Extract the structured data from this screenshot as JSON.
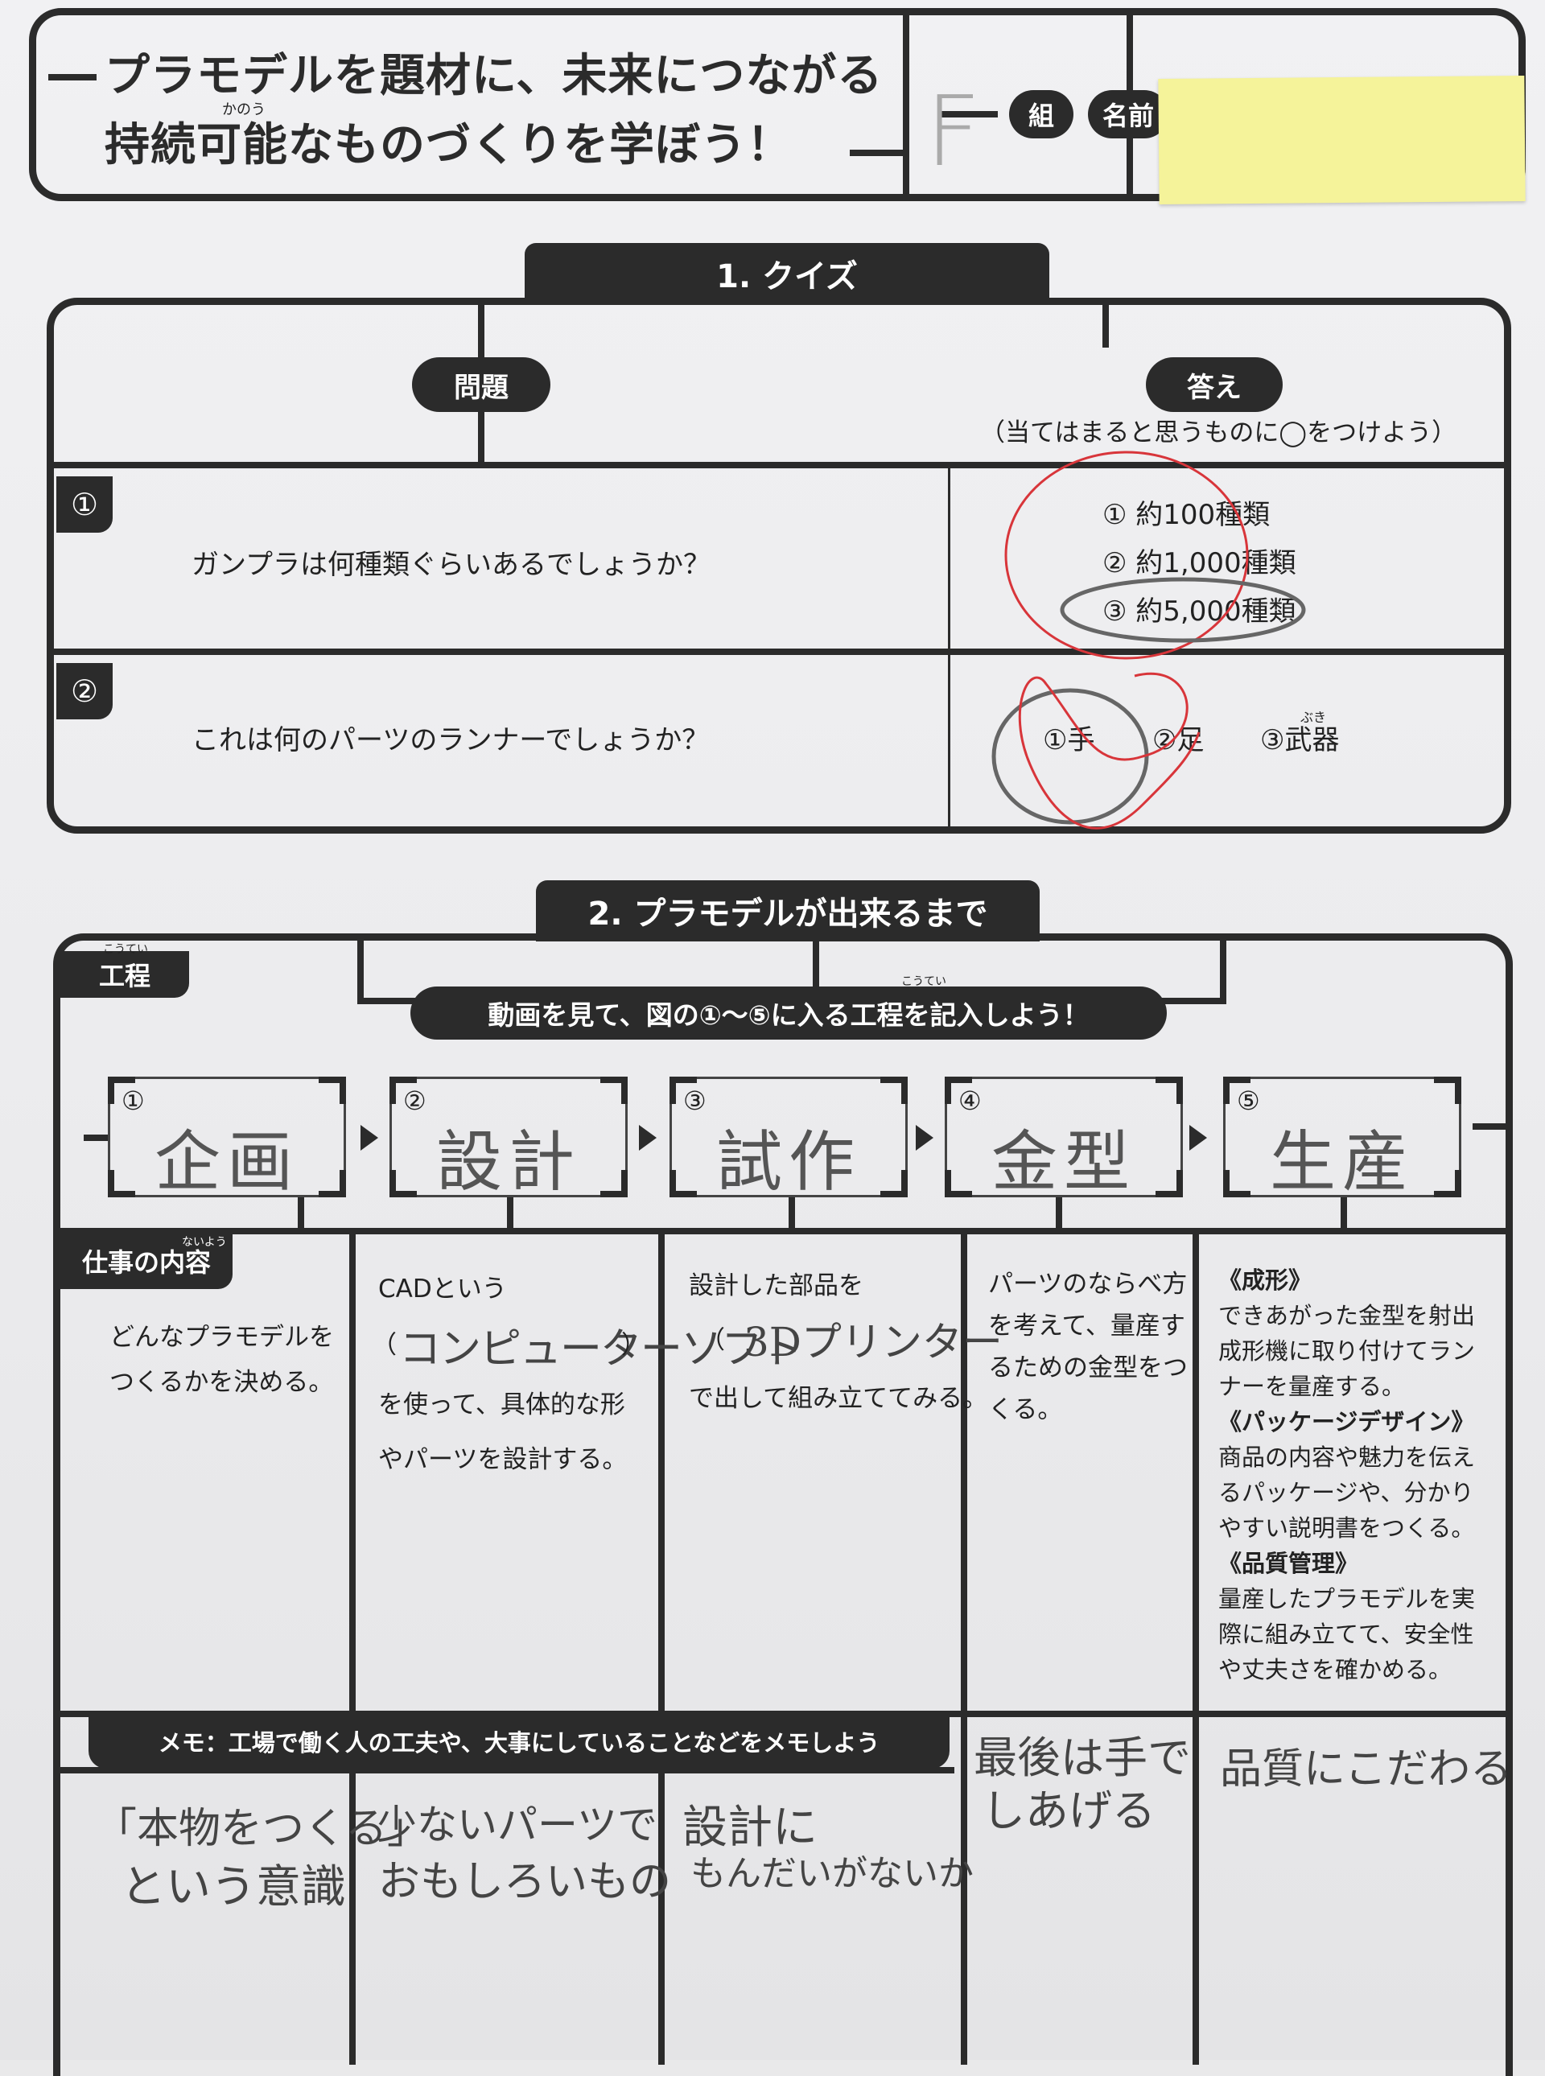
{
  "header": {
    "title_line1": "プラモデルを題材に、未来につながる",
    "title_line2": "持続可能なものづくりを学ぼう！",
    "ruby_kanou": "かのう",
    "class_label": "組",
    "name_label": "名前",
    "handwritten_class": "F"
  },
  "quiz": {
    "section_title": "1. クイズ",
    "question_header": "問題",
    "answer_header": "答え",
    "answer_instruction": "（当てはまると思うものに◯をつけよう）",
    "questions": [
      {
        "num": "①",
        "text": "ガンプラは何種類ぐらいあるでしょうか？",
        "options": [
          "① 約100種類",
          "② 約1,000種類",
          "③ 約5,000種類"
        ]
      },
      {
        "num": "②",
        "text": "これは何のパーツのランナーでしょうか？",
        "options": [
          "①手",
          "②足",
          "③武器"
        ],
        "ruby_buki": "ぶき"
      }
    ]
  },
  "process": {
    "section_title": "2. プラモデルが出来るまで",
    "koutei_label": "工程",
    "koutei_ruby": "こうてい",
    "instruction": "動画を見て、図の①〜⑤に入る工程を記入しよう！",
    "instruction_ruby": "こうてい",
    "steps": [
      {
        "num": "①",
        "value": "企画"
      },
      {
        "num": "②",
        "value": "設計"
      },
      {
        "num": "③",
        "value": "試作"
      },
      {
        "num": "④",
        "value": "金型"
      },
      {
        "num": "⑤",
        "value": "生産"
      }
    ],
    "work_label": "仕事の内容",
    "work_ruby": "ないよう",
    "work": {
      "col1": [
        "どんなプラモデルを",
        "つくるかを決める。"
      ],
      "col2_a": "CADという",
      "col2_paren_open": "（",
      "col2_hand": "コンピューターソフト",
      "col2_paren_close": "）",
      "col2_b": [
        "を使って、具体的な形",
        "やパーツを設計する。"
      ],
      "col3_a": "設計した部品を",
      "col3_paren_open": "（",
      "col3_hand": "3Dプリンター",
      "col3_b": "で出して組み立ててみる。",
      "col4": [
        "パーツのならべ方",
        "を考えて、量産す",
        "るための金型をつ",
        "くる。"
      ],
      "col5": [
        "《成形》",
        "できあがった金型を射出",
        "成形機に取り付けてラン",
        "ナーを量産する。",
        "《パッケージデザイン》",
        "商品の内容や魅力を伝え",
        "るパッケージや、分かり",
        "やすい説明書をつくる。",
        "《品質管理》",
        "量産したプラモデルを実",
        "際に組み立てて、安全性",
        "や丈夫さを確かめる。"
      ]
    },
    "memo_label": "メモ：工場で働く人の工夫や、大事にしていることなどをメモしよう",
    "memo": [
      [
        "「本物をつくる」",
        "という意識"
      ],
      [
        "少ないパーツで",
        "おもしろいもの"
      ],
      [
        "設計に",
        "もんだいがないか"
      ],
      [
        "最後は手で",
        "しあげる"
      ],
      [
        "品質にこだわる"
      ]
    ]
  }
}
